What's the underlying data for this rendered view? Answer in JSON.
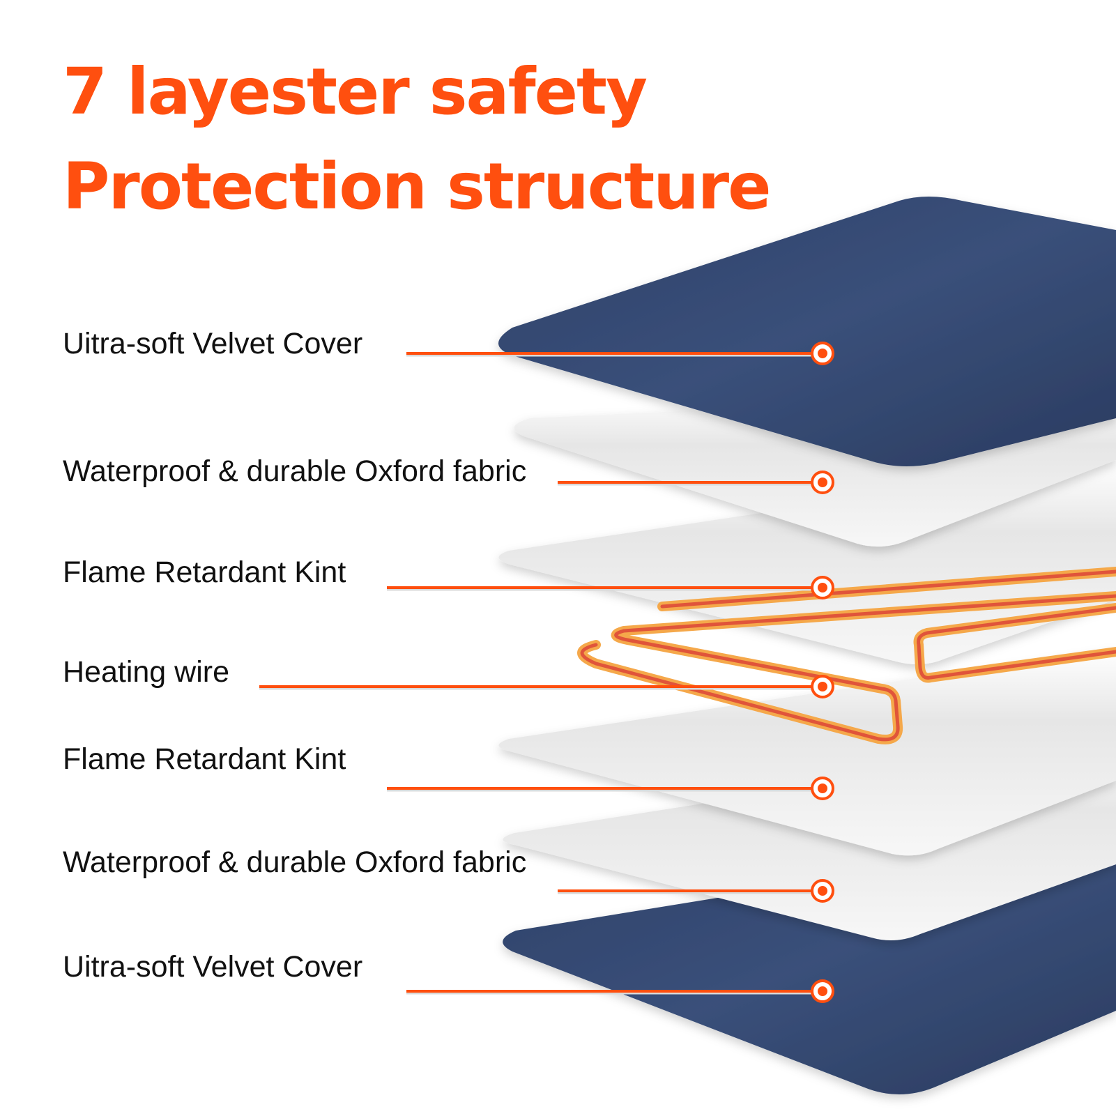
{
  "title": {
    "line1": "7 layester safety",
    "line2": "Protection structure"
  },
  "colors": {
    "accent": "#ff4f0f",
    "navy": "#33486f",
    "label_text": "#111111",
    "wire_outer": "#f5a84a",
    "wire_inner": "#e0543a"
  },
  "layers": [
    {
      "label": "Uitra-soft Velvet Cover",
      "material": "velvet"
    },
    {
      "label": "Waterproof & durable Oxford fabric",
      "material": "white"
    },
    {
      "label": "Flame Retardant Kint",
      "material": "white"
    },
    {
      "label": "Heating wire",
      "material": "wire"
    },
    {
      "label": "Flame Retardant Kint",
      "material": "white"
    },
    {
      "label": "Waterproof & durable Oxford fabric",
      "material": "white"
    },
    {
      "label": "Uitra-soft Velvet Cover",
      "material": "velvet"
    }
  ]
}
